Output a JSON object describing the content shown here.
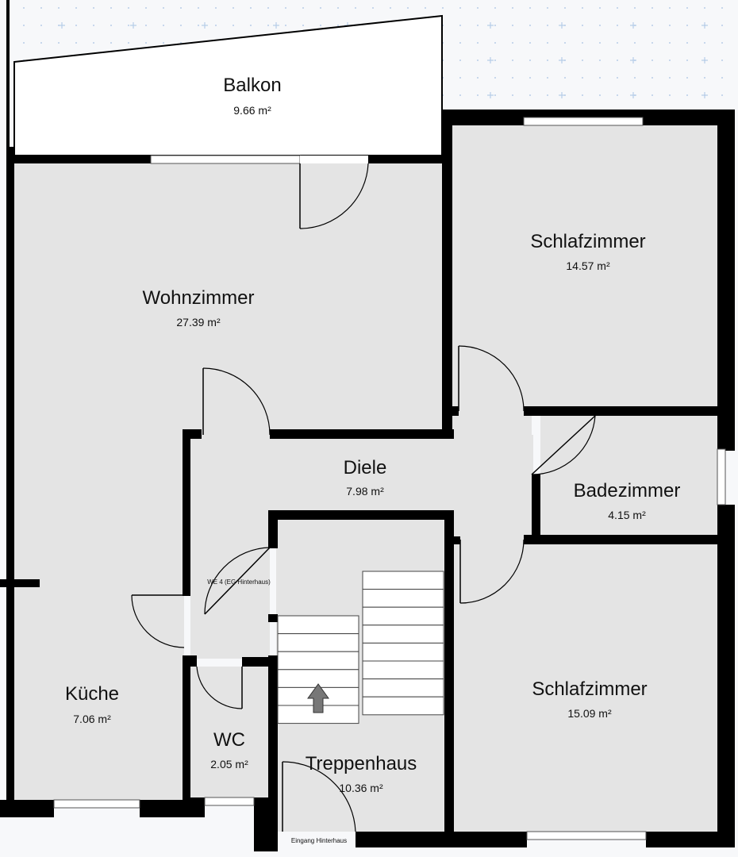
{
  "plan": {
    "rooms": [
      {
        "id": "balkon",
        "name": "Balkon",
        "area": "9.66 m²"
      },
      {
        "id": "wohnzimmer",
        "name": "Wohnzimmer",
        "area": "27.39 m²"
      },
      {
        "id": "schlafzimmer1",
        "name": "Schlafzimmer",
        "area": "14.57 m²"
      },
      {
        "id": "diele",
        "name": "Diele",
        "area": "7.98 m²"
      },
      {
        "id": "badezimmer",
        "name": "Badezimmer",
        "area": "4.15 m²"
      },
      {
        "id": "kueche",
        "name": "Küche",
        "area": "7.06 m²"
      },
      {
        "id": "wc",
        "name": "WC",
        "area": "2.05 m²"
      },
      {
        "id": "treppenhaus",
        "name": "Treppenhaus",
        "area": "10.36 m²"
      },
      {
        "id": "schlafzimmer2",
        "name": "Schlafzimmer",
        "area": "15.09 m²"
      }
    ],
    "labels": {
      "unit_label": "WE 4 (EG Hinterhaus)",
      "entrance_label": "Eingang Hinterhaus"
    }
  }
}
